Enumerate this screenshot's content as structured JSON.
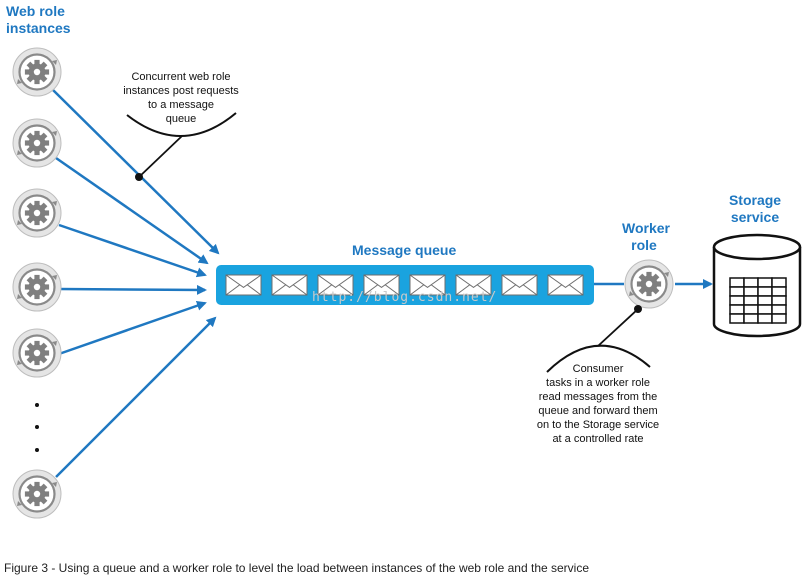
{
  "labels": {
    "web_role_instances": [
      "Web role",
      "instances"
    ],
    "message_queue": "Message queue",
    "worker_role": [
      "Worker",
      "role"
    ],
    "storage_service": [
      "Storage",
      "service"
    ]
  },
  "callouts": {
    "web_requests": [
      "Concurrent web role",
      "instances post requests",
      "to a message",
      "queue"
    ],
    "consumer": [
      "Consumer",
      "tasks in a worker role",
      "read messages from the",
      "queue and forward them",
      "on to the Storage service",
      "at a controlled rate"
    ]
  },
  "watermark": "http://blog.csdn.net/",
  "caption": "Figure 3 - Using a queue and a worker role to level the load between instances of the web role and the service",
  "colors": {
    "accent": "#1f78c1",
    "queue": "#1aa3df",
    "gear": "#7f7f7f",
    "node_ring": "#e5e5e5"
  },
  "instance_count_visible": 6,
  "queue_message_count": 8
}
